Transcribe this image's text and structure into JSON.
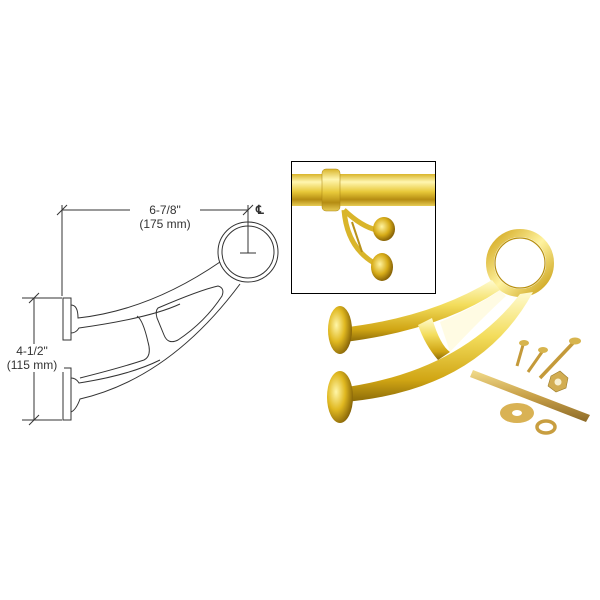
{
  "diagram": {
    "type": "product-dimension-drawing",
    "subject": "Bent handrail bracket (polished brass)",
    "dimensions": {
      "width": {
        "imperial": "6-7/8\"",
        "metric": "(175 mm)"
      },
      "height": {
        "imperial": "4-1/2\"",
        "metric": "(115 mm)"
      },
      "centerline_symbol": "℄"
    },
    "colors": {
      "line": "#333333",
      "brass_light": "#f7eb8a",
      "brass_mid": "#e6c62a",
      "brass_dark": "#a57d0d",
      "inset_border": "#000000"
    },
    "components": [
      "bracket-line-drawing",
      "inset-photo-installed-bracket",
      "brass-bracket-photo",
      "wood-screws",
      "threaded-rod",
      "hex-nut",
      "flat-washer",
      "lock-washer"
    ]
  }
}
